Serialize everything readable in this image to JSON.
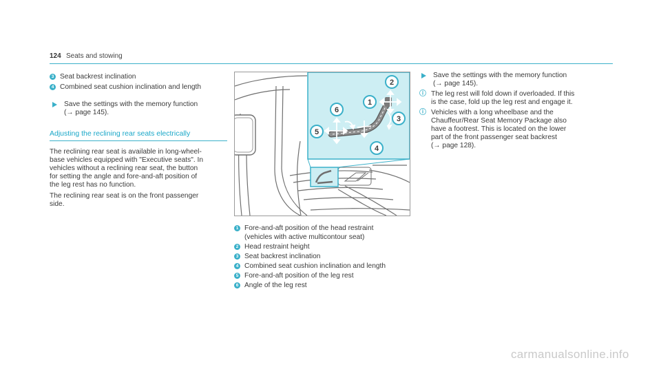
{
  "header": {
    "page_number": "124",
    "title": "Seats and stowing"
  },
  "left_column": {
    "list_items": [
      {
        "num": "3",
        "text": "Seat backrest inclination"
      },
      {
        "num": "4",
        "text": "Combined seat cushion inclination and length"
      }
    ],
    "instruction_line1": "Save the settings with the memory function",
    "instruction_line2": "(→ page 145).",
    "section_title": "Adjusting the reclining rear seats electrically",
    "para1": [
      "The reclining rear seat is available in long-wheel-",
      "base vehicles equipped with \"Executive seats\". In",
      "vehicles without a reclining rear seat, the button",
      "for setting the angle and fore-and-aft position of",
      "the leg rest has no function."
    ],
    "para2": [
      "The reclining rear seat is on the front passenger",
      "side."
    ]
  },
  "figure": {
    "callouts": [
      "1",
      "2",
      "3",
      "4",
      "5",
      "6"
    ],
    "accent_color": "#3ab0c9",
    "panel_color": "#cdeef3"
  },
  "legend": {
    "items": [
      {
        "num": "1",
        "text": "Fore-and-aft position of the head restraint"
      },
      {
        "num": "",
        "text": "(vehicles with active multicontour seat)"
      },
      {
        "num": "2",
        "text": "Head restraint height"
      },
      {
        "num": "3",
        "text": "Seat backrest inclination"
      },
      {
        "num": "4",
        "text": "Combined seat cushion inclination and length"
      },
      {
        "num": "5",
        "text": "Fore-and-aft position of the leg rest"
      },
      {
        "num": "6",
        "text": "Angle of the leg rest"
      }
    ]
  },
  "right_column": {
    "instruction_line1": "Save the settings with the memory function",
    "instruction_line2": "(→ page 145).",
    "info1": [
      "The leg rest will fold down if overloaded. If this",
      "is the case, fold up the leg rest and engage it."
    ],
    "info2": [
      "Vehicles with a long wheelbase and the",
      "Chauffeur/Rear Seat Memory Package also",
      "have a footrest. This is located on the lower",
      "part of the front passenger seat backrest",
      "(→ page 128)."
    ]
  },
  "watermark": "carmanualsonline.info"
}
